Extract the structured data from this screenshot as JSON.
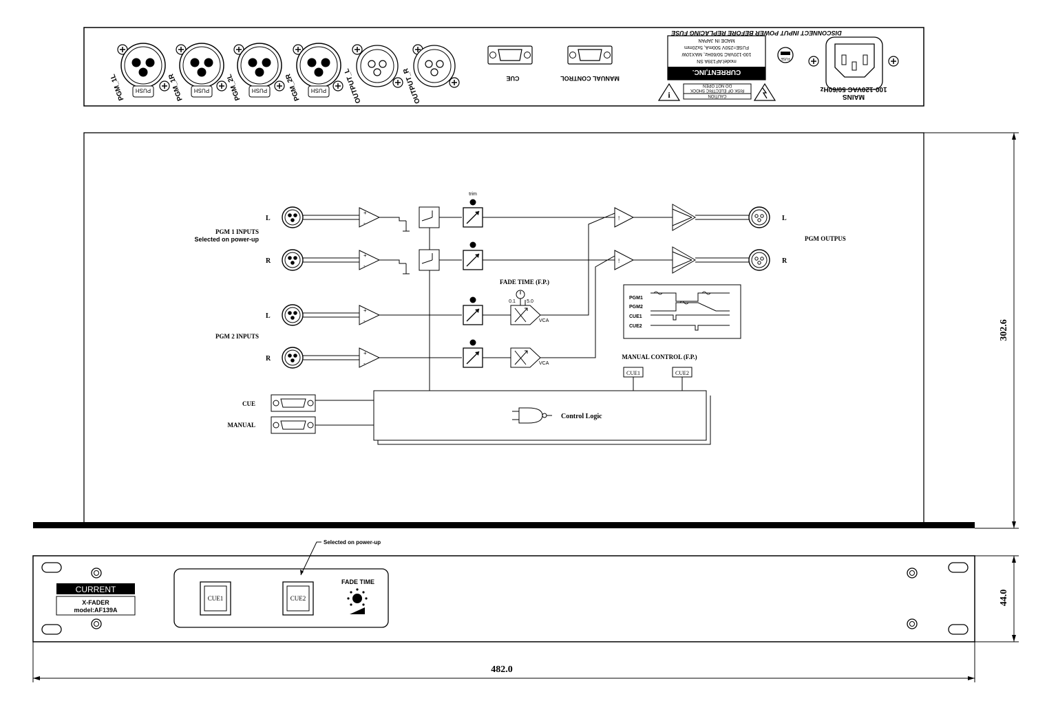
{
  "rear_panel": {
    "warning_top": "DISCONNECT INPUT POWER BEFORE REPLACING FUSE",
    "mains_label": "MAINS",
    "mains_rating": "100-120VAC 50/60Hz",
    "fuse_label": "FUSE",
    "nameplate": {
      "brand": "CURRENT,INC.",
      "model": "model:AF139A SN",
      "power": "100-120VAC 50/60Hz, MAX10W",
      "fuse": "FUSE=250V 500mA, 5x20mm",
      "origin": "MADE IN JAPAN"
    },
    "caution": {
      "title": "CAUTION",
      "line1": "RISK OF ELECTRIC SHOCK",
      "line2": "DO NOT OPEN"
    },
    "connectors": [
      {
        "label": "PGM_1L",
        "push": "PUSH"
      },
      {
        "label": "PGM_1R",
        "push": "PUSH"
      },
      {
        "label": "PGM_2L",
        "push": "PUSH"
      },
      {
        "label": "PGM_2R",
        "push": "PUSH"
      },
      {
        "label": "OUTPUT_L"
      },
      {
        "label": "OUTPUT_R"
      }
    ],
    "cue_port_label": "CUE",
    "manual_port_label": "MANUAL CONTROL"
  },
  "block_diagram": {
    "pgm1_label_line1": "PGM 1 INPUTS",
    "pgm1_label_line2": "Selected on power-up",
    "pgm2_label": "PGM 2 INPUTS",
    "channel_l": "L",
    "channel_r": "R",
    "trim_label": "trim",
    "fade_time_label": "FADE TIME (F.P.)",
    "fade_min": "0.1",
    "fade_max": "5.0",
    "vca_label": "VCA",
    "output_label": "PGM OUTPUS",
    "manual_control_label": "MANUAL CONTROL (F.P.)",
    "cue1_button": "CUE1",
    "cue2_button": "CUE2",
    "cue_input_label": "CUE",
    "manual_input_label": "MANUAL",
    "control_logic_label": "Control Logic",
    "timing_labels": [
      "PGM1",
      "PGM2",
      "CUE1",
      "CUE2"
    ],
    "plus_sign": "+",
    "minus_sign": "-",
    "excl": "!"
  },
  "front_panel": {
    "brand": "CURRENT",
    "product": "X-FADER",
    "model": "model:AF139A",
    "cue1": "CUE1",
    "cue2": "CUE2",
    "fade_time": "FADE TIME",
    "callout": "Selected on power-up"
  },
  "dimensions": {
    "depth": "302.6",
    "height": "44.0",
    "width": "482.0"
  },
  "colors": {
    "ink": "#000000",
    "paper": "#ffffff"
  }
}
